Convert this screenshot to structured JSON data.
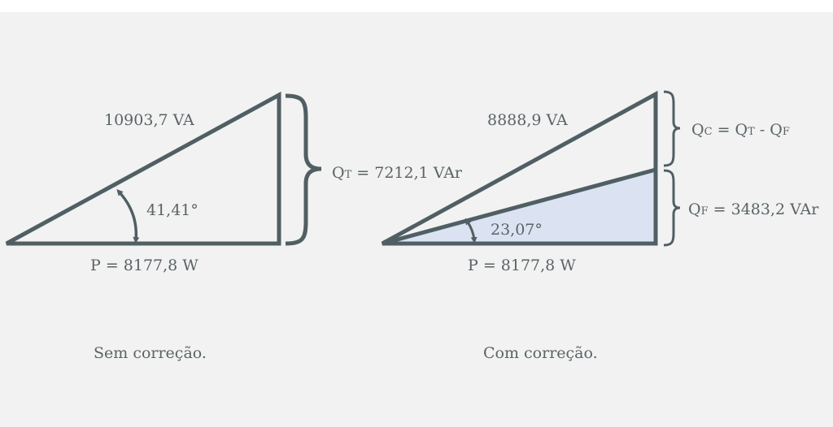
{
  "colors": {
    "background": "#f2f2f2",
    "line": "#505f63",
    "text": "#5a6366",
    "corrected_fill": "#dbe3f2"
  },
  "left_diagram": {
    "caption": "Sem correção.",
    "apparent_power": "10903,7 VA",
    "angle": "41,41°",
    "active_power": "P = 8177,8 W",
    "reactive_label_main": "Q",
    "reactive_label_sub": "T",
    "reactive_value": " = 7212,1 VAr"
  },
  "right_diagram": {
    "caption": "Com correção.",
    "apparent_power": "8888,9 VA",
    "angle": "23,07°",
    "active_power": "P = 8177,8 W",
    "qc_main": "Q",
    "qc_sub": "C",
    "qc_eq": " = Q",
    "qc_t_sub": "T",
    "qc_minus": " - Q",
    "qc_f_sub": "F",
    "qf_main": "Q",
    "qf_sub": "F",
    "qf_value": " = 3483,2 VAr"
  }
}
